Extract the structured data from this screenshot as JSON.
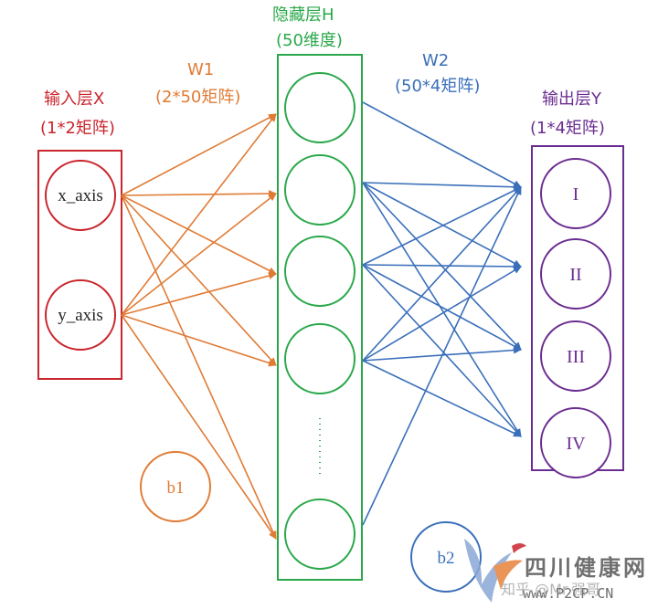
{
  "input_layer": {
    "title": "输入层X",
    "subtitle": "(1*2矩阵)",
    "nodes": [
      "x_axis",
      "y_axis"
    ],
    "color": "#c9252c"
  },
  "hidden_layer": {
    "title": "隐藏层H",
    "subtitle": "(50维度)",
    "ellipsis": "⋮",
    "color": "#2aa84a"
  },
  "output_layer": {
    "title": "输出层Y",
    "subtitle": "(1*4矩阵)",
    "nodes": [
      "I",
      "II",
      "III",
      "IV"
    ],
    "color": "#6b2d91"
  },
  "weights_1": {
    "title": "W1",
    "subtitle": "(2*50矩阵)",
    "color": "#e07b35"
  },
  "weights_2": {
    "title": "W2",
    "subtitle": "(50*4矩阵)",
    "color": "#3a6fba"
  },
  "bias_1": {
    "label": "b1"
  },
  "bias_2": {
    "label": "b2"
  },
  "watermark": {
    "zhihu": "知乎 @Mr.强哥",
    "brand": "四川健康网",
    "url": "www.P2CP.CN"
  }
}
